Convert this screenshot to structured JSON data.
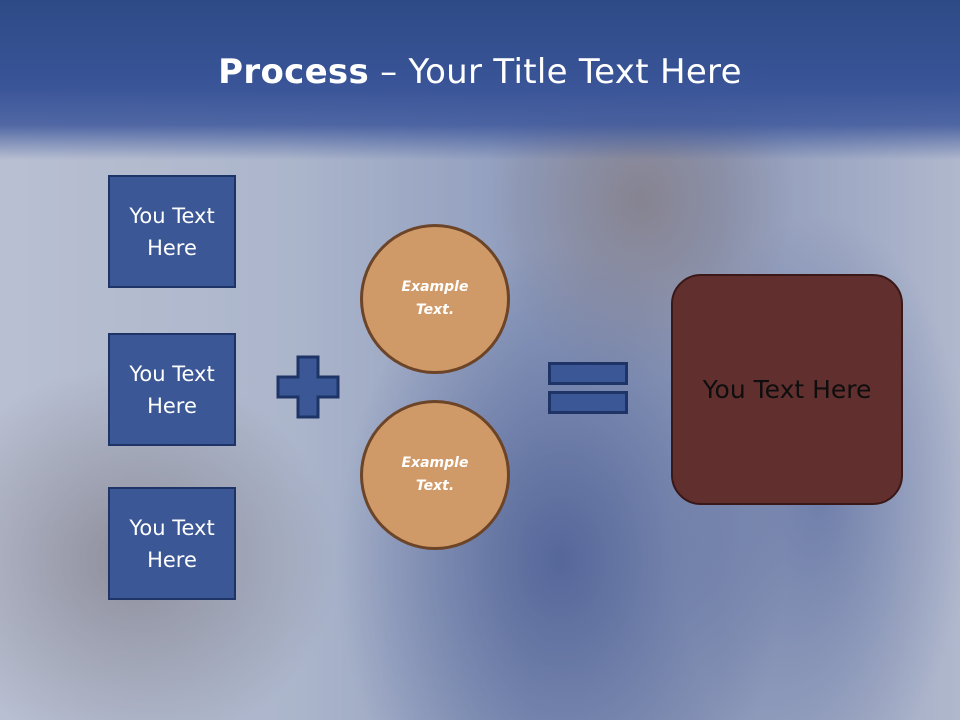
{
  "title": {
    "bold": "Process",
    "rest": " – Your Title Text Here"
  },
  "left_boxes": [
    {
      "label": "You Text Here"
    },
    {
      "label": "You Text Here"
    },
    {
      "label": "You Text Here"
    }
  ],
  "circles": [
    {
      "label": "Example Text."
    },
    {
      "label": "Example Text."
    }
  ],
  "result": {
    "label": "You Text Here"
  },
  "colors": {
    "header": "#3a5598",
    "box_fill": "#3b5796",
    "box_border": "#1e3466",
    "circle_fill": "#d09a68",
    "circle_border": "#6c4428",
    "result_fill": "#622f2f",
    "operator_fill": "#3b5796"
  },
  "icons": {
    "operator_1": "plus-icon",
    "operator_2": "equals-icon"
  }
}
